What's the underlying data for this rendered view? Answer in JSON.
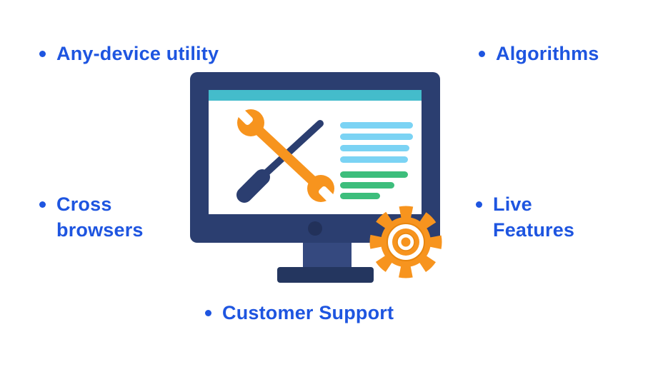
{
  "features": [
    {
      "id": "any-device-utility",
      "label": "Any-device utility"
    },
    {
      "id": "algorithms",
      "label": "Algorithms"
    },
    {
      "id": "cross-browsers",
      "label": "Cross browsers"
    },
    {
      "id": "live-features",
      "label": "Live Features"
    },
    {
      "id": "customer-support",
      "label": "Customer Support"
    }
  ],
  "illustration": {
    "icons": [
      "monitor-icon",
      "wrench-icon",
      "screwdriver-icon",
      "gear-icon",
      "screen-text-lines"
    ],
    "screen_lines": {
      "light_blue_count": 4,
      "green_count": 3
    }
  },
  "colors": {
    "background": "#FFFFFF",
    "text_blue": "#1E55E0",
    "monitor_navy": "#2B3E70",
    "monitor_dark_navy": "#24365F",
    "stand_navy": "#35497F",
    "button_navy": "#22315A",
    "header_teal": "#44BCCB",
    "tool_orange": "#F7941E",
    "gear_orange_edge": "#E8860E",
    "line_light_blue": "#7BD3F4",
    "line_green": "#3DBE7C"
  }
}
